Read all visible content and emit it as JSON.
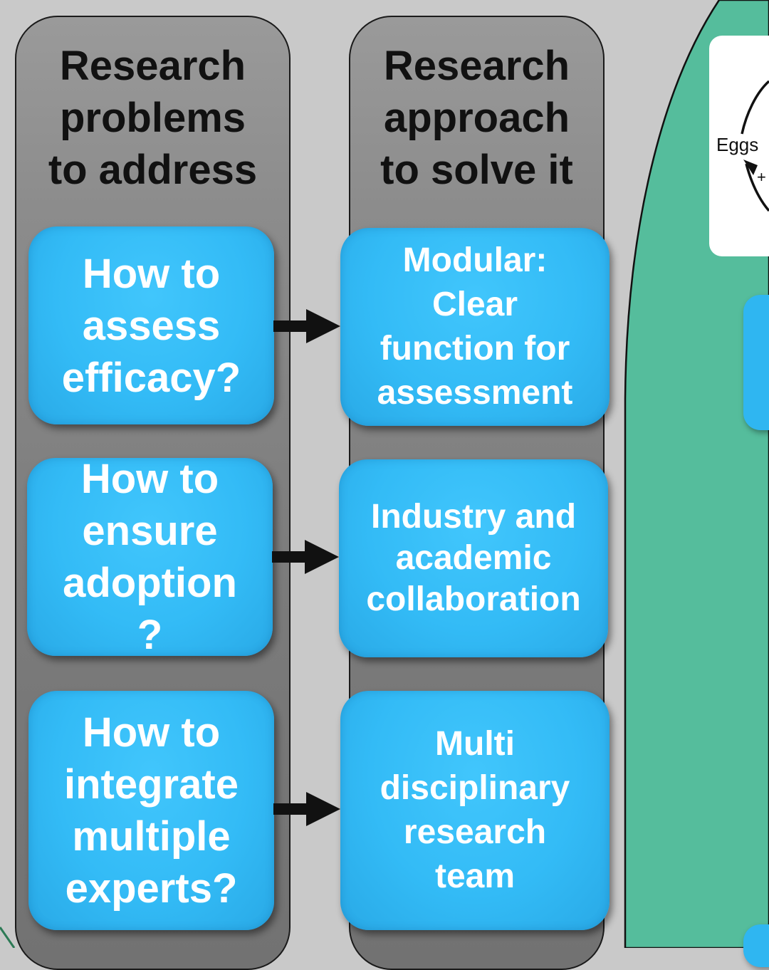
{
  "columns": {
    "problems": {
      "header_lines": [
        "Research",
        "problems",
        "to address"
      ],
      "cards": [
        {
          "lines": [
            "How to",
            "assess",
            "efficacy?"
          ]
        },
        {
          "lines": [
            "How to",
            "ensure",
            "adoption",
            "?"
          ]
        },
        {
          "lines": [
            "How to",
            "integrate",
            "multiple",
            "experts?"
          ]
        }
      ]
    },
    "approach": {
      "header_lines": [
        "Research",
        "approach",
        "to solve it"
      ],
      "cards": [
        {
          "lines": [
            "Modular:",
            "Clear",
            "function for",
            "assessment"
          ]
        },
        {
          "lines": [
            "Industry and",
            "academic",
            "collaboration"
          ]
        },
        {
          "lines": [
            "Multi",
            "disciplinary",
            "research",
            "team"
          ]
        }
      ]
    }
  },
  "side_diagram": {
    "label": "Eggs",
    "symbol": "+"
  },
  "colors": {
    "card_blue": "#33bbf6",
    "column_gray": "#8c8c8c",
    "background_gray": "#c9c9c9",
    "region_green": "#55bd9c"
  }
}
